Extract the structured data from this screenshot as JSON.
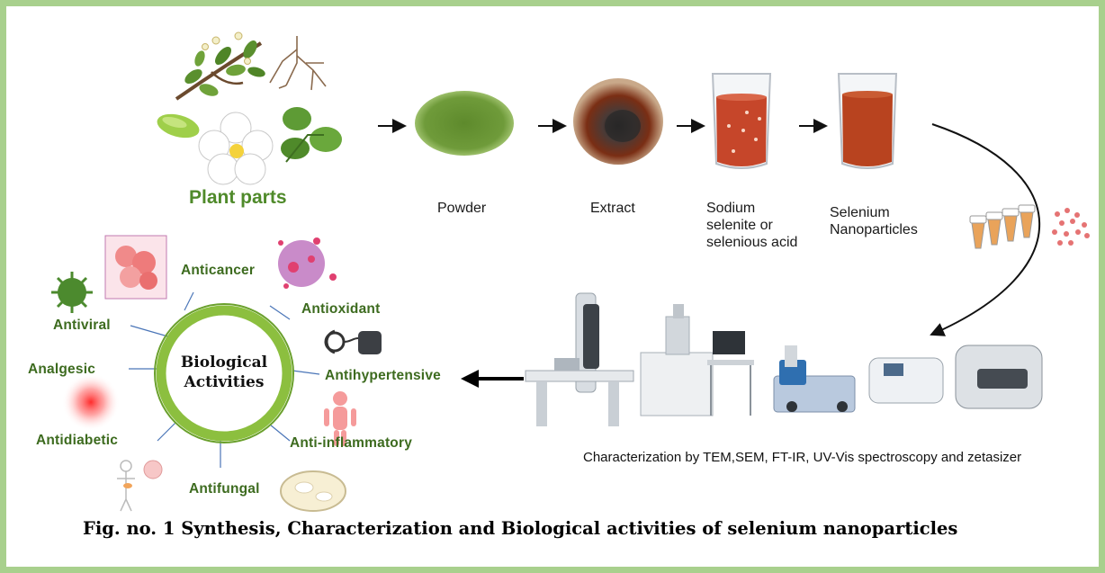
{
  "plant_parts": "Plant parts",
  "stages": {
    "powder": "Powder",
    "extract": "Extract",
    "sodium_line1": "Sodium",
    "sodium_line2": "selenite or",
    "sodium_line3": "selenious acid",
    "selenium_line1": "Selenium",
    "selenium_line2": "Nanoparticles"
  },
  "characterization": "Characterization by TEM,SEM, FT-IR, UV-Vis spectroscopy and zetasizer",
  "center_line1": "Biological",
  "center_line2": "Activities",
  "activities": {
    "anticancer": "Anticancer",
    "antioxidant": "Antioxidant",
    "antihypertensive": "Antihypertensive",
    "anti_inflammatory": "Anti-inflammatory",
    "antifungal": "Antifungal",
    "antidiabetic": "Antidiabetic",
    "analgesic": "Analgesic",
    "antiviral": "Antiviral"
  },
  "caption": "Fig. no. 1 Synthesis, Characterization and Biological activities  of selenium nanoparticles",
  "colors": {
    "frame": "#a8d08d",
    "ring_outer": "#8cbf3f",
    "activity_text": "#3d6b1f",
    "plant_text": "#4f8a2a"
  }
}
